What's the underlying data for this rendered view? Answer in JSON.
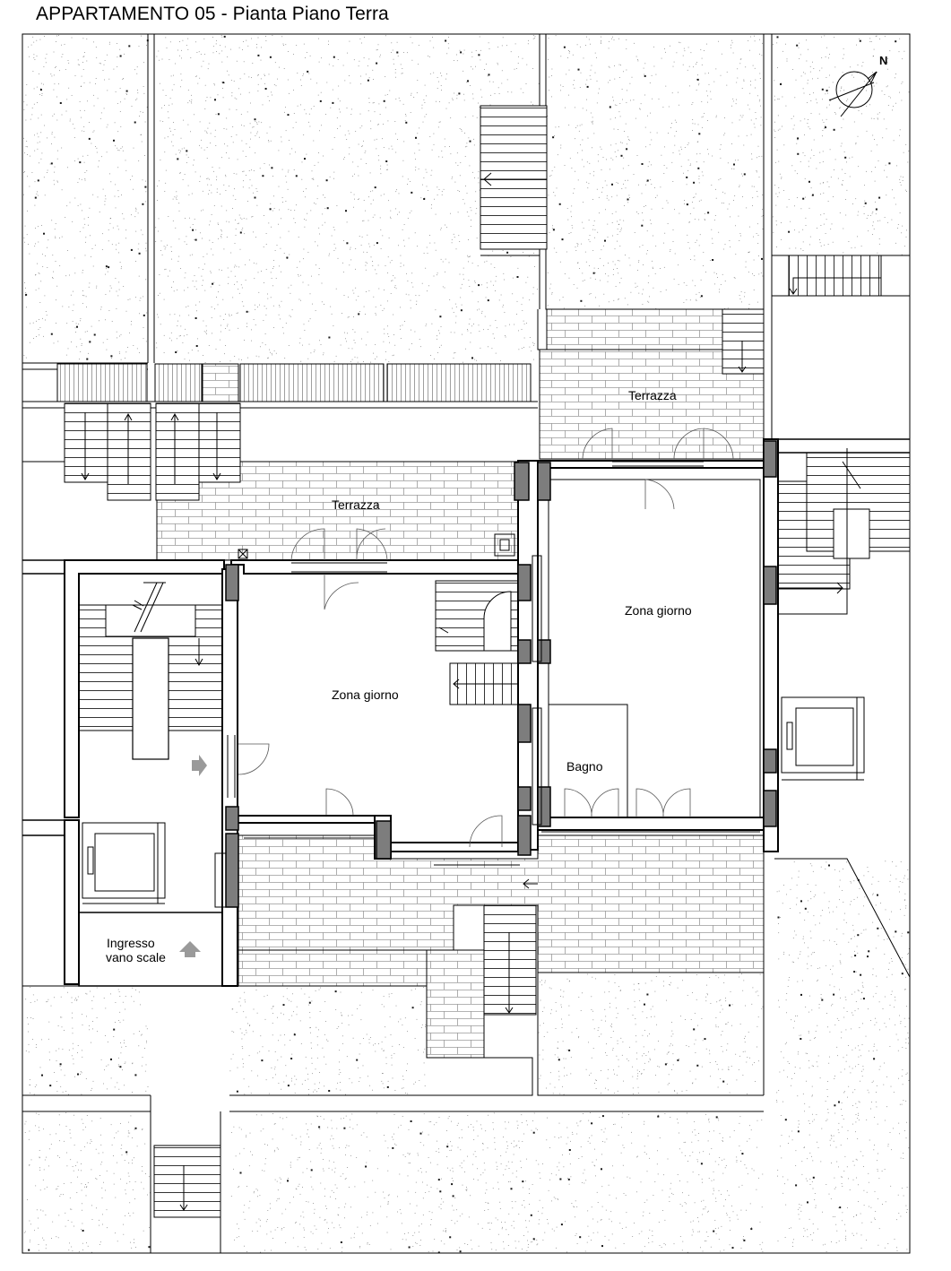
{
  "title": "APPARTAMENTO 05 - Pianta Piano Terra",
  "north_label": "N",
  "rooms": {
    "terrazza_left": "Terrazza",
    "terrazza_right": "Terrazza",
    "zona_giorno_left": "Zona giorno",
    "zona_giorno_right": "Zona giorno",
    "bagno": "Bagno",
    "ingresso_line1": "Ingresso",
    "ingresso_line2": "vano scale"
  },
  "colors": {
    "line": "#000000",
    "column_fill": "#7d7d7d",
    "arrow_fill": "#9a9a9a",
    "speckle": "#000000"
  }
}
